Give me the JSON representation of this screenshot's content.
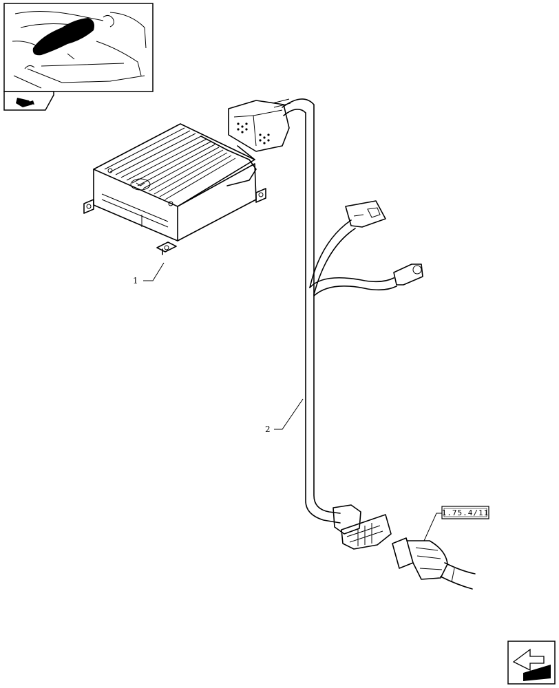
{
  "callouts": {
    "part_1": "1",
    "part_2": "2"
  },
  "reference": {
    "label": "1.75.4/11"
  },
  "icons": {
    "location_thumbnail": "location-thumbnail-icon",
    "section_symbol": "section-symbol-icon",
    "next_page": "next-page-arrow-icon"
  },
  "colors": {
    "ink": "#000000",
    "paper": "#ffffff"
  }
}
